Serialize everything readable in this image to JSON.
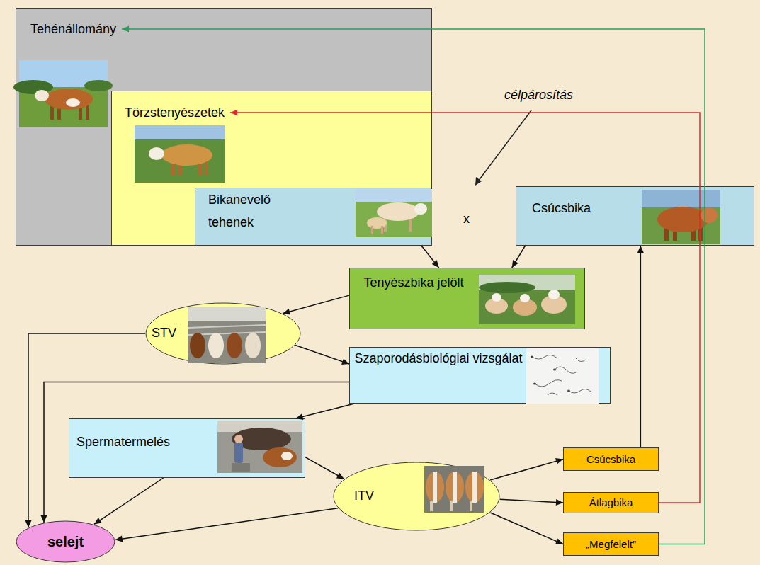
{
  "diagram": {
    "nodes": [
      {
        "text": [
          "Tehénállomány"
        ]
      },
      {
        "text": [
          "Törzstenyészetek"
        ],
        "in": 0
      },
      {
        "text": [
          "Bikanevelő tehenek"
        ],
        "in": 1
      },
      {
        "text": [
          "Csúcsbika"
        ]
      },
      {
        "text": [
          "Tenyészbika jelölt"
        ]
      },
      {
        "text": [
          "STV"
        ]
      },
      {
        "text": [
          "Szaporodásbiológiai vizsgálat"
        ]
      },
      {
        "text": [
          "Spermatermelés"
        ]
      },
      {
        "text": [
          "ITV"
        ]
      },
      {
        "text": [
          "selejt"
        ]
      },
      {
        "text": [
          "Csúcsbika"
        ]
      },
      {
        "text": [
          "Átlagbika"
        ]
      },
      {
        "text": [
          "„Megfelelt”"
        ]
      }
    ],
    "edges": [
      {
        "from": 2,
        "to": 4,
        "arrow": "to"
      },
      {
        "from": 3,
        "to": 4,
        "arrow": "to"
      },
      {
        "from": 4,
        "to": 5,
        "arrow": "to"
      },
      {
        "from": 5,
        "to": 6,
        "arrow": "to"
      },
      {
        "from": 5,
        "to": 9,
        "arrow": "to"
      },
      {
        "from": 6,
        "to": 7,
        "arrow": "to"
      },
      {
        "from": 6,
        "to": 9,
        "arrow": "to"
      },
      {
        "from": 7,
        "to": 8,
        "arrow": "to"
      },
      {
        "from": 7,
        "to": 9,
        "arrow": "to"
      },
      {
        "from": 8,
        "to": 9,
        "arrow": "to"
      },
      {
        "from": 8,
        "to": 10,
        "arrow": "to"
      },
      {
        "from": 8,
        "to": 11,
        "arrow": "to"
      },
      {
        "from": 8,
        "to": 12,
        "arrow": "to"
      },
      {
        "from": 10,
        "to": 3,
        "arrow": "to"
      },
      {
        "from": 11,
        "to": 1,
        "arrow": "to"
      },
      {
        "from": 12,
        "to": 0,
        "arrow": "to"
      }
    ],
    "labels": [
      "célpárosítás",
      "x"
    ]
  }
}
